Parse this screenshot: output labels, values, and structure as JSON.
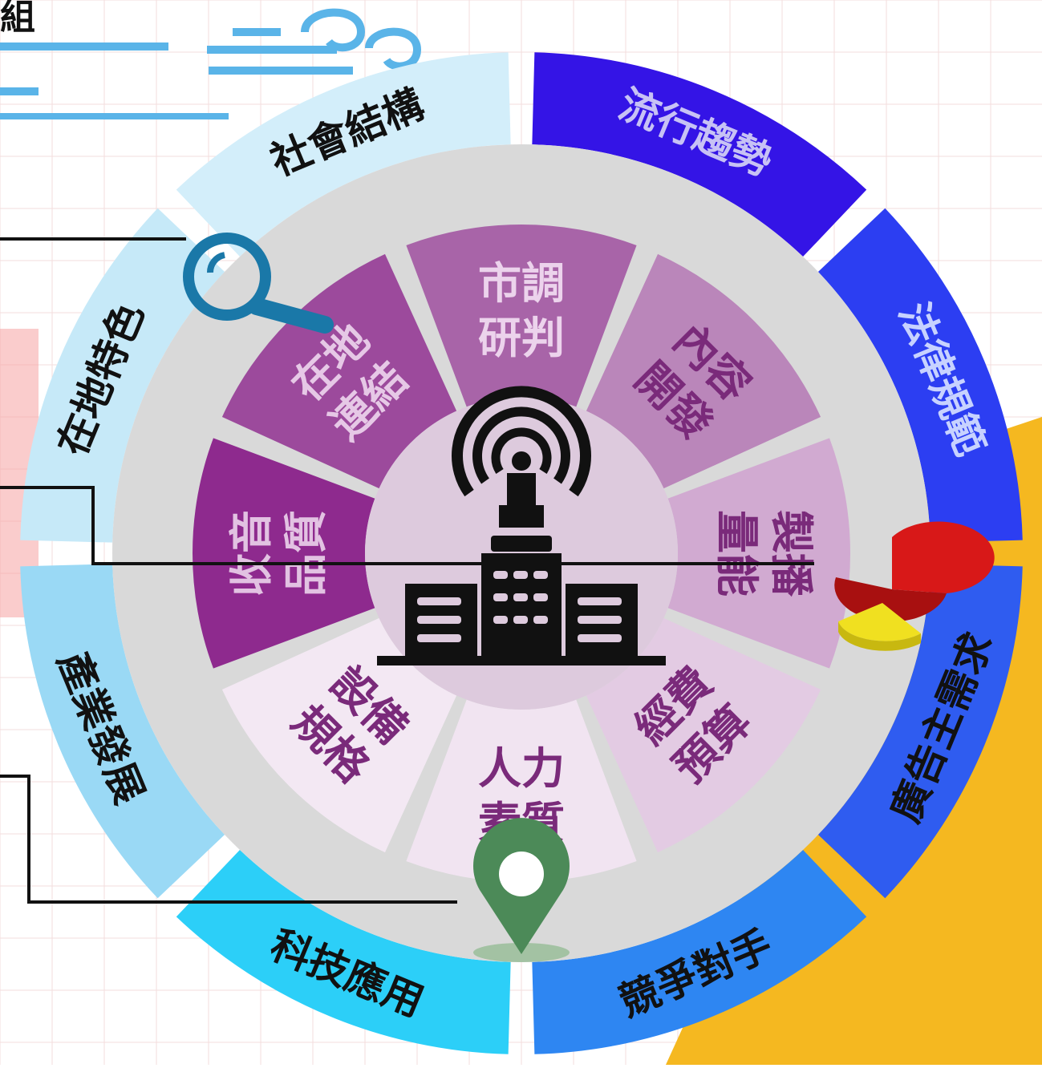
{
  "corner_char": "組",
  "outer_ring": [
    {
      "label": "社會結構",
      "color": "#d3eefa",
      "text_color": "#111111"
    },
    {
      "label": "流行趨勢",
      "color": "#3414e6",
      "text_color": "#c7c2f5"
    },
    {
      "label": "法律規範",
      "color": "#2c3ef2",
      "text_color": "#c7d2ff"
    },
    {
      "label": "廣告主需求",
      "color": "#2f5cf0",
      "text_color": "#111111"
    },
    {
      "label": "競爭對手",
      "color": "#2e86f2",
      "text_color": "#111111"
    },
    {
      "label": "科技應用",
      "color": "#2ccff8",
      "text_color": "#111111"
    },
    {
      "label": "產業發展",
      "color": "#9ad9f5",
      "text_color": "#111111"
    },
    {
      "label": "在地特色",
      "color": "#c6e9f8",
      "text_color": "#111111"
    }
  ],
  "inner_ring": [
    {
      "label": [
        "市調",
        "研判"
      ],
      "color": "#a864a8",
      "text_color": "#ecd3ec"
    },
    {
      "label": [
        "內容",
        "開發"
      ],
      "color": "#ba86ba",
      "text_color": "#7a2a7a"
    },
    {
      "label": [
        "製播",
        "量能"
      ],
      "color": "#d1aad1",
      "text_color": "#7a2a7a"
    },
    {
      "label": [
        "經費",
        "預算"
      ],
      "color": "#e3cbe3",
      "text_color": "#7a2a7a"
    },
    {
      "label": [
        "人力",
        "素質"
      ],
      "color": "#f1e4f1",
      "text_color": "#7a2a7a"
    },
    {
      "label": [
        "設備",
        "規格"
      ],
      "color": "#f3e8f3",
      "text_color": "#7a2a7a"
    },
    {
      "label": [
        "收音",
        "品質"
      ],
      "color": "#8e2a8e",
      "text_color": "#e2c2e2"
    },
    {
      "label": [
        "在地",
        "連結"
      ],
      "color": "#9c4a9c",
      "text_color": "#e6c8e6"
    }
  ],
  "colors": {
    "gap_ring": "#d9d9d9",
    "center": "#ddcadd",
    "icon": "#111111",
    "separator": "#f2f2f2",
    "magnifier": "#1a78a8",
    "pin": "#4c8a58",
    "pie_red": "#d81818",
    "pie_yellow": "#f0e020",
    "wind": "#5ab4e8",
    "orange": "#f5b820"
  },
  "icons": [
    "broadcast-tower-icon",
    "magnifier-icon",
    "location-pin-icon",
    "pie-chart-icon",
    "wind-icon"
  ]
}
